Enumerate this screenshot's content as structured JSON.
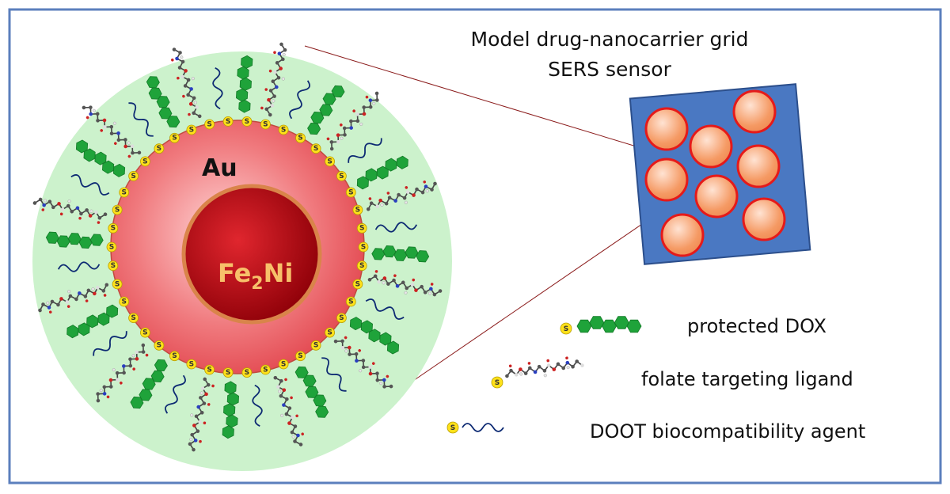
{
  "title_line1": "Model drug-nanocarrier grid",
  "title_line2": "SERS sensor",
  "shell_label": "Au",
  "core_label_main": "Fe",
  "core_label_sub": "2",
  "core_label_end": "Ni",
  "thiol_symbol": "S",
  "legend": {
    "dox": "protected DOX",
    "folate": "folate targeting ligand",
    "doot": "DOOT biocompatibility agent"
  },
  "colors": {
    "corona": "#ccf2cc",
    "gold_shell": "#e8555c",
    "core": "#b0000a",
    "grid_plate": "#4a78c2",
    "grid_particle": "#f09a66",
    "dox": "#1fa33a",
    "thiol": "#ffe11a",
    "doot": "#0d2a73"
  }
}
